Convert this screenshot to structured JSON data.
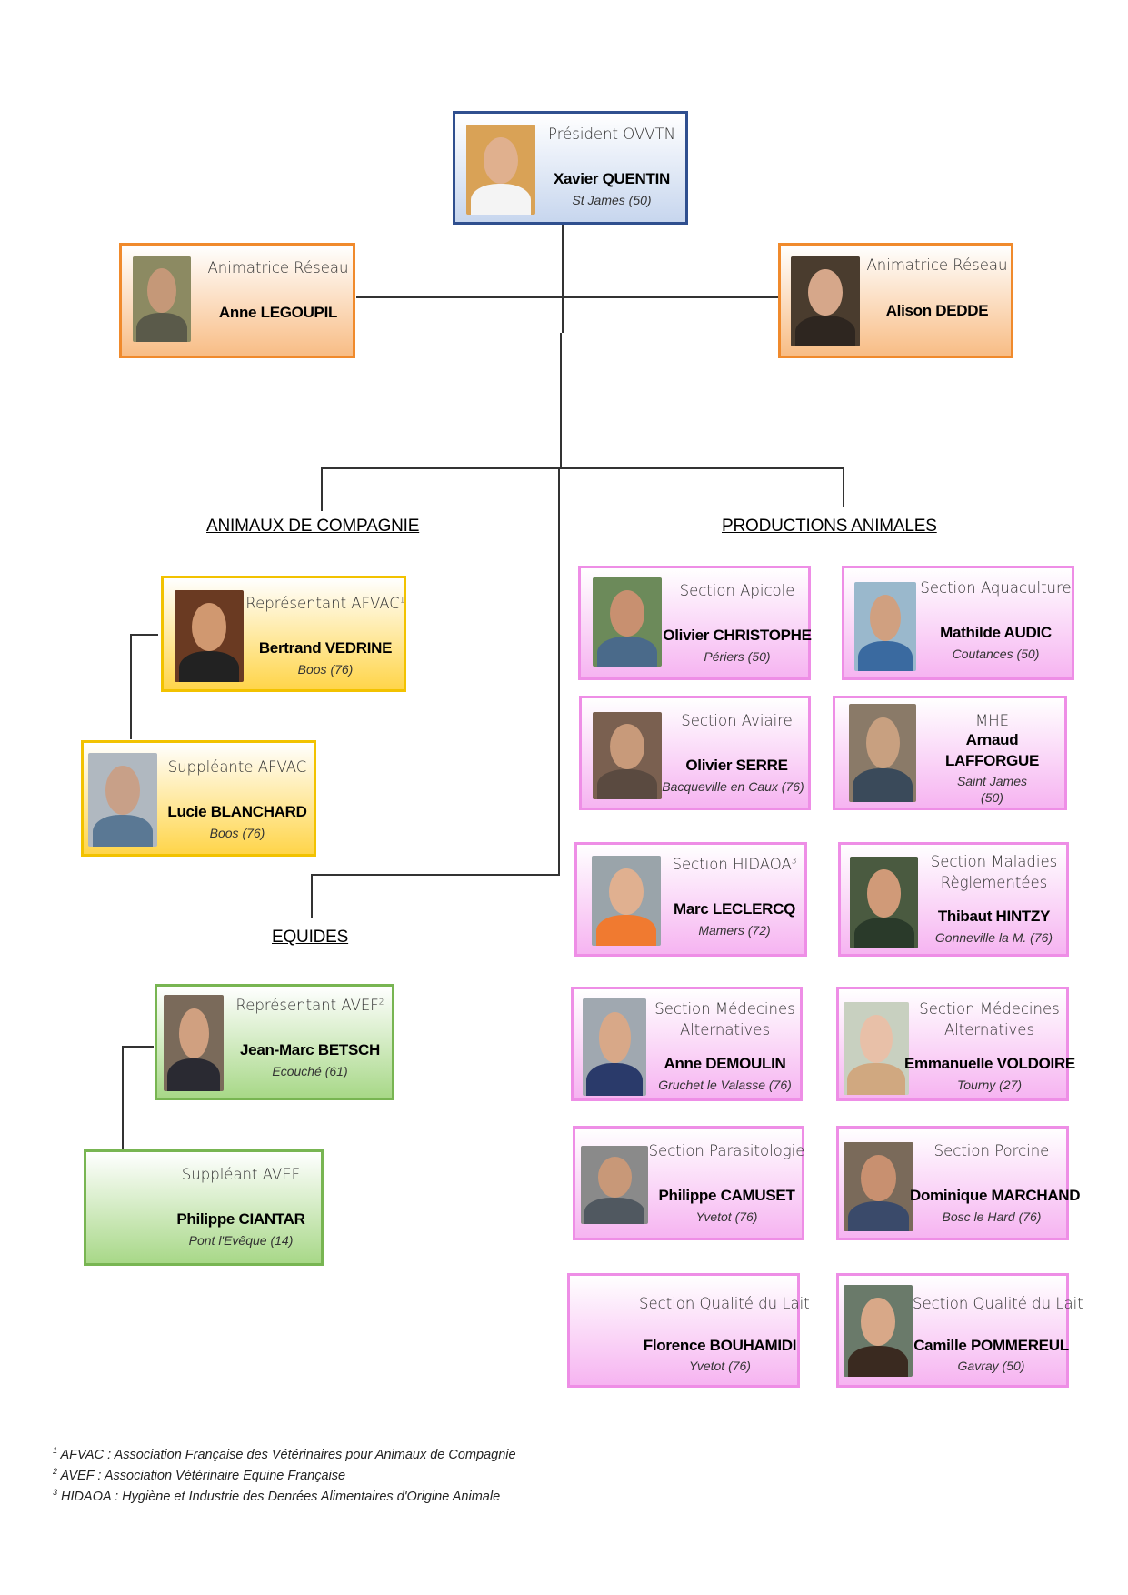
{
  "president": {
    "role": "Président OVVTN",
    "name": "Xavier QUENTIN",
    "location": "St James (50)"
  },
  "animatrice_left": {
    "role": "Animatrice Réseau",
    "name": "Anne LEGOUPIL"
  },
  "animatrice_right": {
    "role": "Animatrice Réseau",
    "name": "Alison DEDDE"
  },
  "sections": {
    "compagnie": "ANIMAUX DE COMPAGNIE",
    "productions": "PRODUCTIONS ANIMALES",
    "equides": "EQUIDES"
  },
  "afvac": {
    "representant": {
      "role": "Représentant AFVAC",
      "sup": "1",
      "name": "Bertrand VEDRINE",
      "location": "Boos (76)"
    },
    "suppleante": {
      "role": "Suppléante AFVAC",
      "name": "Lucie BLANCHARD",
      "location": "Boos (76)"
    }
  },
  "avef": {
    "representant": {
      "role": "Représentant AVEF",
      "sup": "2",
      "name": "Jean-Marc BETSCH",
      "location": "Ecouché (61)"
    },
    "suppleant": {
      "role": "Suppléant AVEF",
      "name": "Philippe CIANTAR",
      "location": "Pont l'Evêque (14)"
    }
  },
  "productions": [
    {
      "role": "Section Apicole",
      "name": "Olivier CHRISTOPHE",
      "location": "Périers (50)"
    },
    {
      "role": "Section Aquaculture",
      "name": "Mathilde AUDIC",
      "location": "Coutances (50)"
    },
    {
      "role": "Section Aviaire",
      "name": "Olivier SERRE",
      "location": "Bacqueville en Caux (76)"
    },
    {
      "role": "MHE",
      "name_line1": "Arnaud",
      "name_line2": "LAFFORGUE",
      "location_line1": "Saint James",
      "location_line2": "(50)"
    },
    {
      "role": "Section HIDAOA",
      "sup": "3",
      "name": "Marc LECLERCQ",
      "location": "Mamers (72)"
    },
    {
      "role_line1": "Section Maladies",
      "role_line2": "Règlementées",
      "name": "Thibaut HINTZY",
      "location": "Gonneville la M. (76)"
    },
    {
      "role_line1": "Section Médecines",
      "role_line2": "Alternatives",
      "name": "Anne DEMOULIN",
      "location": "Gruchet le Valasse (76)"
    },
    {
      "role_line1": "Section Médecines",
      "role_line2": "Alternatives",
      "name": "Emmanuelle VOLDOIRE",
      "location": "Tourny (27)"
    },
    {
      "role": "Section Parasitologie",
      "name": "Philippe CAMUSET",
      "location": "Yvetot (76)"
    },
    {
      "role": "Section Porcine",
      "name": "Dominique MARCHAND",
      "location": "Bosc le Hard (76)"
    },
    {
      "role": "Section Qualité du Lait",
      "name": "Florence BOUHAMIDI",
      "location": "Yvetot (76)"
    },
    {
      "role": "Section Qualité du Lait",
      "name": "Camille POMMEREUL",
      "location": "Gavray (50)"
    }
  ],
  "footnotes": [
    {
      "num": "1",
      "text": "AFVAC : Association Française des Vétérinaires pour Animaux de Compagnie"
    },
    {
      "num": "2",
      "text": "AVEF : Association Vétérinaire Equine Française"
    },
    {
      "num": "3",
      "text": "HIDAOA : Hygiène et Industrie des Denrées Alimentaires d'Origine Animale"
    }
  ],
  "colors": {
    "president": "#c7d6ee",
    "animatrice": "#f8bd86",
    "compagnie": "#ffd54a",
    "equides": "#a8d888",
    "productions": "#f6b4f1"
  }
}
